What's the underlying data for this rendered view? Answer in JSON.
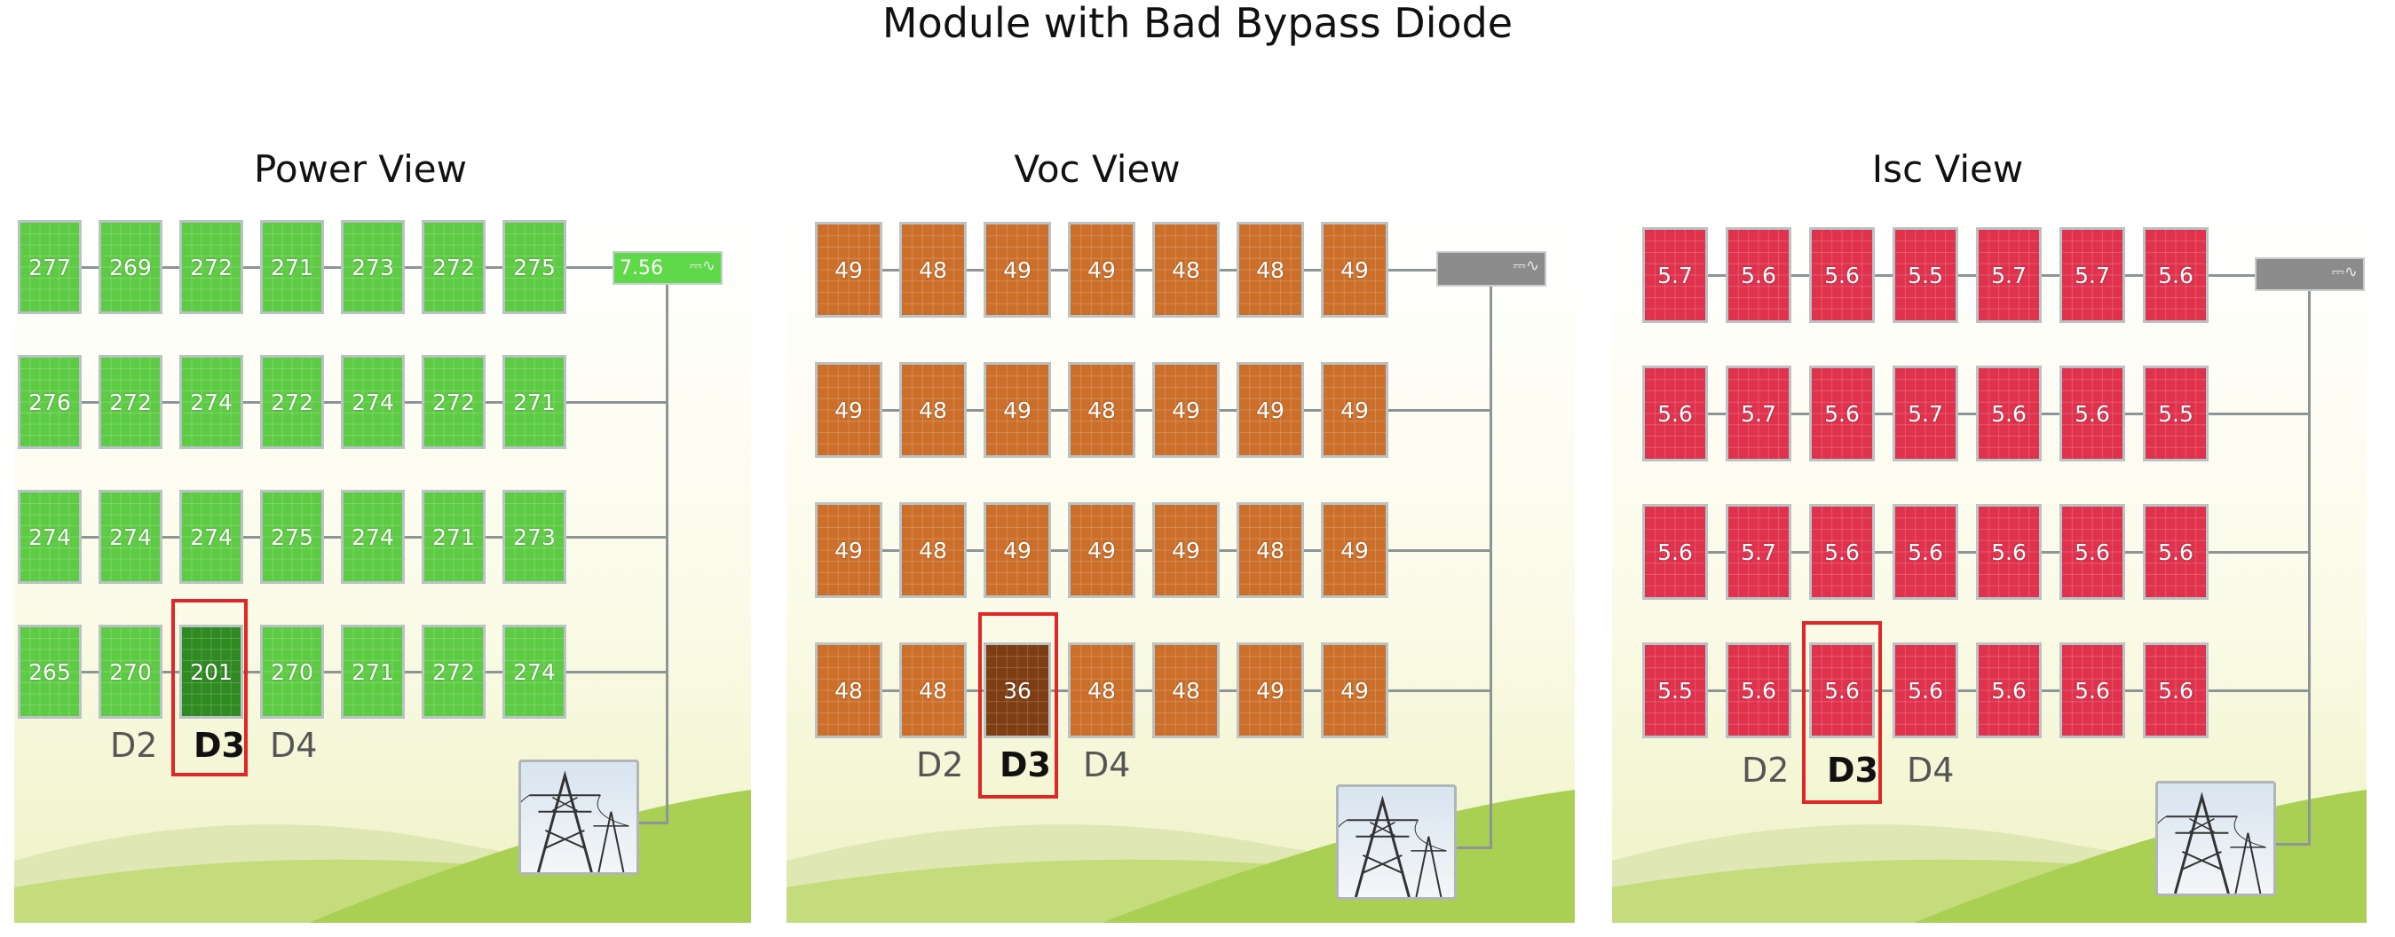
{
  "title": "Module with Bad Bypass Diode",
  "panels": [
    {
      "title": "Power View",
      "module_color": "#5ecb45",
      "fault_color": "#2f8a22",
      "inverter_label": "7.56",
      "inverter_color": "#5fd84a",
      "rows": [
        [
          "277",
          "269",
          "272",
          "271",
          "273",
          "272",
          "275"
        ],
        [
          "276",
          "272",
          "274",
          "272",
          "274",
          "272",
          "271"
        ],
        [
          "274",
          "274",
          "274",
          "275",
          "274",
          "271",
          "273"
        ],
        [
          "265",
          "270",
          "201",
          "270",
          "271",
          "272",
          "274"
        ]
      ],
      "fault": {
        "row": 3,
        "col": 2
      },
      "diodes": [
        "D2",
        "D3",
        "D4"
      ]
    },
    {
      "title": "Voc View",
      "module_color": "#cc6f2a",
      "fault_color": "#7e3d12",
      "inverter_label": "",
      "inverter_color": "#8c8c8c",
      "rows": [
        [
          "49",
          "48",
          "49",
          "49",
          "48",
          "48",
          "49"
        ],
        [
          "49",
          "48",
          "49",
          "48",
          "49",
          "49",
          "49"
        ],
        [
          "49",
          "48",
          "49",
          "49",
          "49",
          "48",
          "49"
        ],
        [
          "48",
          "48",
          "36",
          "48",
          "48",
          "49",
          "49"
        ]
      ],
      "fault": {
        "row": 3,
        "col": 2
      },
      "diodes": [
        "D2",
        "D3",
        "D4"
      ]
    },
    {
      "title": "Isc View",
      "module_color": "#e0324d",
      "fault_color": "#e0324d",
      "inverter_label": "",
      "inverter_color": "#8c8c8c",
      "rows": [
        [
          "5.7",
          "5.6",
          "5.6",
          "5.5",
          "5.7",
          "5.7",
          "5.6"
        ],
        [
          "5.6",
          "5.7",
          "5.6",
          "5.7",
          "5.6",
          "5.6",
          "5.5"
        ],
        [
          "5.6",
          "5.7",
          "5.6",
          "5.6",
          "5.6",
          "5.6",
          "5.6"
        ],
        [
          "5.5",
          "5.6",
          "5.6",
          "5.6",
          "5.6",
          "5.6",
          "5.6"
        ]
      ],
      "fault": {
        "row": 3,
        "col": 2
      },
      "diodes": [
        "D2",
        "D3",
        "D4"
      ]
    }
  ],
  "colors": {
    "highlight": "#e02626",
    "wire": "#8e9596",
    "sky_top": "#fbfbe9",
    "hill": "#b8d66a"
  },
  "icons": [
    "power-tower-icon",
    "inverter-ac-dc-icon"
  ]
}
